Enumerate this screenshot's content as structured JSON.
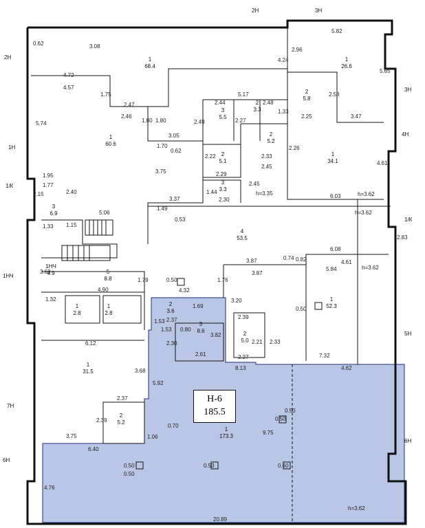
{
  "unit": {
    "id": "Н-6",
    "area": "185.5"
  },
  "colors": {
    "highlight": "#b9c6e6",
    "wall": "#111111",
    "text": "#222222"
  },
  "axes": [
    "2Н",
    "3Н",
    "2Н",
    "3Н",
    "4Н",
    "1Н",
    "1/К",
    "1/К",
    "1НЧ",
    "5Н",
    "7Н",
    "6Н",
    "6Н"
  ],
  "rooms": [
    {
      "num": "1",
      "area": "68.4"
    },
    {
      "num": "1",
      "area": "26.6"
    },
    {
      "num": "1",
      "area": "60.6"
    },
    {
      "num": "2",
      "area": "5.8"
    },
    {
      "num": "3",
      "area": "5.5"
    },
    {
      "num": "2",
      "area": "3.3"
    },
    {
      "num": "2",
      "area": "5.2"
    },
    {
      "num": "2",
      "area": "5.1"
    },
    {
      "num": "1",
      "area": "34.1"
    },
    {
      "num": "3",
      "area": "3.3"
    },
    {
      "num": "3",
      "area": "6.9"
    },
    {
      "num": "4",
      "area": "53.5"
    },
    {
      "num": "5",
      "area": "8.8"
    },
    {
      "num": "1НЧ",
      "area": "4.9"
    },
    {
      "num": "1",
      "area": "52.3"
    },
    {
      "num": "2",
      "area": "3.6"
    },
    {
      "num": "3",
      "area": "8.6"
    },
    {
      "num": "2",
      "area": "5.0"
    },
    {
      "num": "1",
      "area": "2.8"
    },
    {
      "num": "1",
      "area": "2.8"
    },
    {
      "num": "1",
      "area": "31.5"
    },
    {
      "num": "2",
      "area": "5.2"
    },
    {
      "num": "1",
      "area": "173.3"
    }
  ],
  "dims": [
    "0.62",
    "3.08",
    "4.72",
    "4.57",
    "1.75",
    "2.47",
    "2.46",
    "1.80",
    "1.80",
    "3.05",
    "1.70",
    "0.62",
    "5.74",
    "1.95",
    "1.77",
    "2.15",
    "2.40",
    "1.15",
    "1.33",
    "5.06",
    "1.49",
    "0.53",
    "3.37",
    "3.75",
    "2.96",
    "5.82",
    "4.24",
    "5.65",
    "2.58",
    "2.25",
    "3.47",
    "5.17",
    "2.44",
    "2.48",
    "2.27",
    "1.33",
    "2.49",
    "2.26",
    "2.33",
    "2.45",
    "2.22",
    "2.29",
    "2.45",
    "1.44",
    "2.30",
    "4.61",
    "6.03",
    "2.83",
    "6.08",
    "3.87",
    "0.74",
    "0.82",
    "4.61",
    "5.84",
    "3.87",
    "1.76",
    "3.20",
    "4.32",
    "0.50",
    "1.79",
    "4.90",
    "3.69",
    "1.32",
    "2.39",
    "2.21",
    "2.33",
    "2.27",
    "8.13",
    "0.50",
    "7.32",
    "4.62",
    "6.12",
    "3.68",
    "5.92",
    "1.06",
    "2.37",
    "2.39",
    "3.75",
    "6.40",
    "0.50",
    "0.53",
    "0.60",
    "0.50",
    "4.76",
    "20.89",
    "1.53",
    "1.69",
    "2.37",
    "1.53",
    "0.80",
    "3.82",
    "2.30",
    "2.61",
    "0.70",
    "0.50",
    "9.75",
    "0.50"
  ],
  "heights": [
    "h=3.62",
    "h=3.62",
    "h=3.62",
    "h=3.62",
    "h=3.35"
  ]
}
